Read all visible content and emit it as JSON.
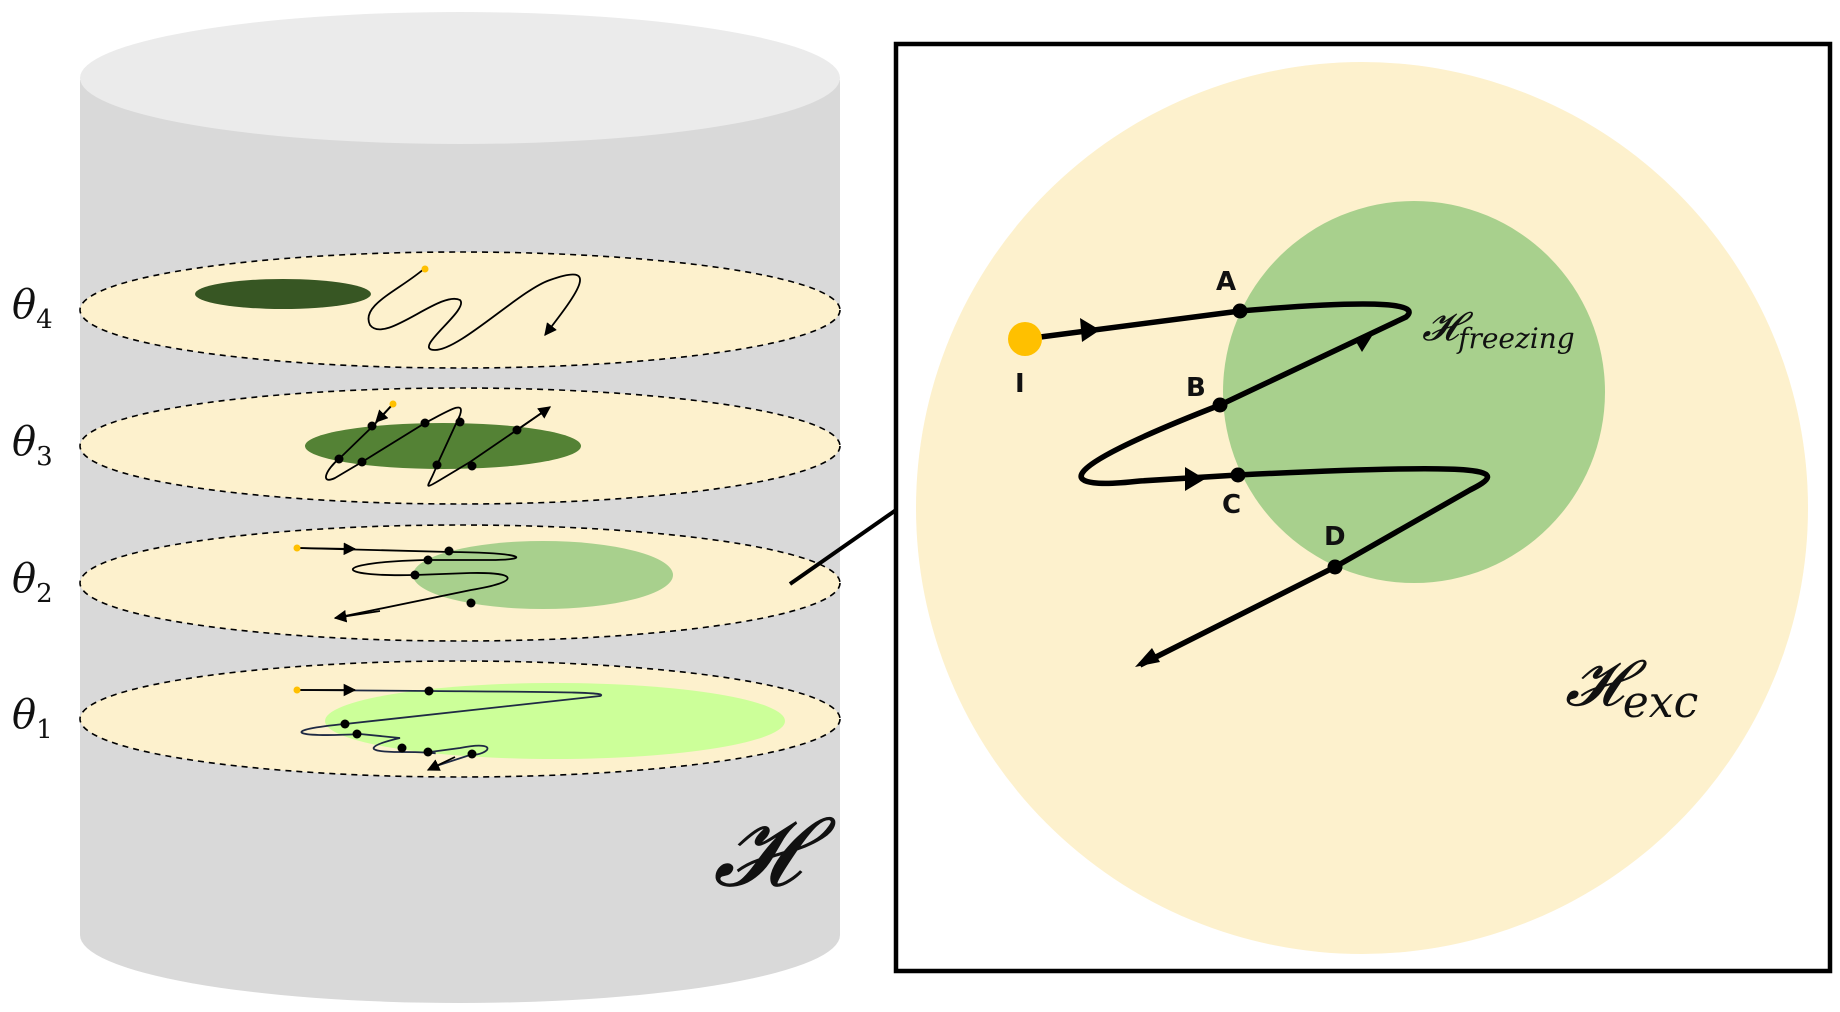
{
  "left": {
    "space_symbol": "𝓗",
    "layers": [
      {
        "theta": "θ",
        "sub": "4"
      },
      {
        "theta": "θ",
        "sub": "3"
      },
      {
        "theta": "θ",
        "sub": "2"
      },
      {
        "theta": "θ",
        "sub": "1"
      }
    ]
  },
  "right": {
    "exc_symbol": "𝓗",
    "exc_sub": "exc",
    "freezing_symbol": "𝓗",
    "freezing_sub": "freezing",
    "points": {
      "I": "I",
      "A": "A",
      "B": "B",
      "C": "C",
      "D": "D"
    }
  },
  "colors": {
    "cylinder": "#d9d9d9",
    "cylinder_top": "#ebebeb",
    "disk": "#fdf1cd",
    "exc_region": "#fdf1cd",
    "freezing_region": "#a8d08d",
    "region_theta1": "#ccff99",
    "region_theta2": "#a8d08d",
    "region_theta3": "#548235",
    "region_theta4": "#375623",
    "start_point": "#ffc000"
  }
}
